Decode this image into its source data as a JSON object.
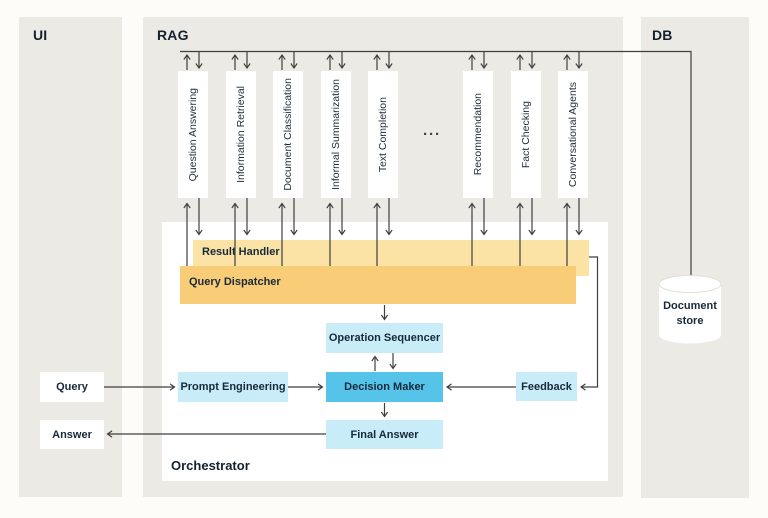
{
  "panels": {
    "ui": {
      "label": "UI"
    },
    "rag": {
      "label": "RAG"
    },
    "db": {
      "label": "DB"
    }
  },
  "agents": [
    {
      "label": "Question Answering"
    },
    {
      "label": "Information Retrieval"
    },
    {
      "label": "Document Classification"
    },
    {
      "label": "Informal Summarization"
    },
    {
      "label": "Text Completion"
    },
    {
      "label": "Recommendation"
    },
    {
      "label": "Fact Checking"
    },
    {
      "label": "Conversational Agents"
    }
  ],
  "agents_ellipsis": "···",
  "orchestrator": {
    "label": "Orchestrator",
    "result_handler": "Result Handler",
    "query_dispatcher": "Query Dispatcher",
    "operation_sequencer": "Operation Sequencer",
    "decision_maker": "Decision Maker",
    "final_answer": "Final Answer",
    "prompt_engineering": "Prompt Engineering",
    "feedback": "Feedback"
  },
  "ui_io": {
    "query": "Query",
    "answer": "Answer"
  },
  "db_store": {
    "document_store": "Document store"
  },
  "colors": {
    "panel_bg": "#eceae4",
    "canvas_bg": "#fdfcf8",
    "box_white": "#ffffff",
    "result_handler_bg": "#fbe2a5",
    "query_dispatcher_bg": "#f9cd77",
    "light_blue_bg": "#c8ecf8",
    "decision_maker_bg": "#56c3e9",
    "connector": "#3f3f3f",
    "text": "#17293a"
  }
}
